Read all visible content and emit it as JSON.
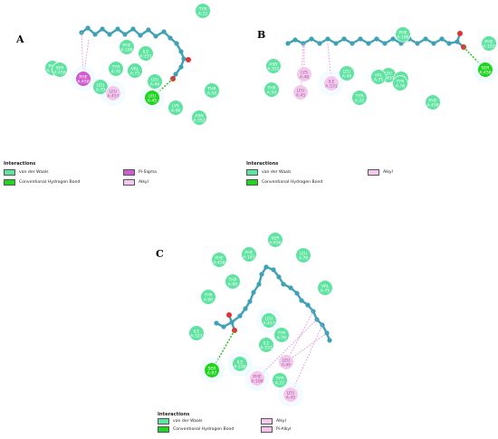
{
  "colors": {
    "van_der_waals": "#5fe3a1",
    "h_bond": "#1fd51f",
    "pi_sigma": "#d25ad2",
    "alkyl": "#f5c8ee",
    "pi_alkyl": "#f8c4ec",
    "ligand": "#3fa1b6",
    "oxygen": "#e23232",
    "hbond_line": "#1fbd1f",
    "hydrophobic_line": "#e08ed8",
    "residue_text": "#ffffff"
  },
  "panels": [
    {
      "id": "A",
      "label": "A",
      "residues": [
        {
          "name": "TYR",
          "number": "A:22",
          "type": "vdw"
        },
        {
          "name": "PHE",
          "number": "A:183",
          "type": "vdw"
        },
        {
          "name": "SER",
          "number": "A:456",
          "type": "vdw"
        },
        {
          "name": "LEU",
          "number": "A:79",
          "type": "vdw"
        },
        {
          "name": "PHE",
          "number": "A:188",
          "type": "vdw"
        },
        {
          "name": "ILE",
          "number": "A:331",
          "type": "vdw"
        },
        {
          "name": "TYR",
          "number": "A:76",
          "type": "vdw"
        },
        {
          "name": "VAL",
          "number": "A:75",
          "type": "vdw"
        },
        {
          "name": "LEU",
          "number": "A:46",
          "type": "vdw"
        },
        {
          "name": "PHE",
          "number": "A:458",
          "type": "pi_sigma"
        },
        {
          "name": "LEU",
          "number": "A:457",
          "type": "alkyl"
        },
        {
          "name": "LEU",
          "number": "A:45",
          "type": "hbond"
        },
        {
          "name": "THR",
          "number": "A:50",
          "type": "vdw"
        },
        {
          "name": "LYS",
          "number": "A:48",
          "type": "vdw"
        },
        {
          "name": "ASN",
          "number": "A:352",
          "type": "vdw"
        }
      ],
      "legend": {
        "title": "Interactions",
        "items": [
          {
            "label": "van der Waals",
            "type": "vdw"
          },
          {
            "label": "Conventional Hydrogen Bond",
            "type": "hbond"
          },
          {
            "label": "Pi-Sigma",
            "type": "pi_sigma"
          },
          {
            "label": "Alkyl",
            "type": "alkyl"
          }
        ]
      }
    },
    {
      "id": "B",
      "label": "B",
      "residues": [
        {
          "name": "LEU",
          "number": "A:457",
          "type": "vdw"
        },
        {
          "name": "PHE",
          "number": "A:188",
          "type": "vdw"
        },
        {
          "name": "PHE",
          "number": "A:183",
          "type": "vdw"
        },
        {
          "name": "ASN",
          "number": "A:352",
          "type": "vdw"
        },
        {
          "name": "LYS",
          "number": "A:48",
          "type": "alkyl"
        },
        {
          "name": "LEU",
          "number": "A:46",
          "type": "vdw"
        },
        {
          "name": "VAL",
          "number": "A:75",
          "type": "vdw"
        },
        {
          "name": "LEU",
          "number": "A:79",
          "type": "vdw"
        },
        {
          "name": "SER",
          "number": "A:456",
          "type": "hbond"
        },
        {
          "name": "THR",
          "number": "A:50",
          "type": "vdw"
        },
        {
          "name": "LEU",
          "number": "A:45",
          "type": "alkyl"
        },
        {
          "name": "ILE",
          "number": "A:331",
          "type": "alkyl"
        },
        {
          "name": "TYR",
          "number": "A:76",
          "type": "vdw"
        },
        {
          "name": "TYR",
          "number": "A:22",
          "type": "vdw"
        },
        {
          "name": "PHE",
          "number": "A:458",
          "type": "vdw"
        }
      ],
      "legend": {
        "title": "Interactions",
        "items": [
          {
            "label": "van der Waals",
            "type": "vdw"
          },
          {
            "label": "Conventional Hydrogen Bond",
            "type": "hbond"
          },
          {
            "label": "Alkyl",
            "type": "alkyl"
          }
        ]
      }
    },
    {
      "id": "C",
      "label": "C",
      "residues": [
        {
          "name": "SER",
          "number": "A:456",
          "type": "vdw"
        },
        {
          "name": "PHE",
          "number": "A:183",
          "type": "vdw"
        },
        {
          "name": "LEU",
          "number": "A:79",
          "type": "vdw"
        },
        {
          "name": "PHE",
          "number": "A:458",
          "type": "vdw"
        },
        {
          "name": "THR",
          "number": "A:80",
          "type": "vdw"
        },
        {
          "name": "VAL",
          "number": "A:75",
          "type": "vdw"
        },
        {
          "name": "TYR",
          "number": "A:90",
          "type": "vdw"
        },
        {
          "name": "LEU",
          "number": "A:457",
          "type": "vdw"
        },
        {
          "name": "TYR",
          "number": "A:76",
          "type": "vdw"
        },
        {
          "name": "ILE",
          "number": "A:327",
          "type": "vdw"
        },
        {
          "name": "ILE",
          "number": "A:331",
          "type": "vdw"
        },
        {
          "name": "LEU",
          "number": "A:46",
          "type": "alkyl"
        },
        {
          "name": "SER",
          "number": "A:87",
          "type": "hbond"
        },
        {
          "name": "ILE",
          "number": "A:330",
          "type": "vdw"
        },
        {
          "name": "PHE",
          "number": "A:188",
          "type": "pi_alkyl"
        },
        {
          "name": "TYR",
          "number": "A:22",
          "type": "vdw"
        },
        {
          "name": "LEU",
          "number": "A:45",
          "type": "alkyl"
        }
      ],
      "legend": {
        "title": "Interactions",
        "items": [
          {
            "label": "van der Waals",
            "type": "vdw"
          },
          {
            "label": "Conventional Hydrogen Bond",
            "type": "hbond"
          },
          {
            "label": "Alkyl",
            "type": "alkyl"
          },
          {
            "label": "Pi-Alkyl",
            "type": "pi_alkyl"
          }
        ]
      }
    }
  ]
}
